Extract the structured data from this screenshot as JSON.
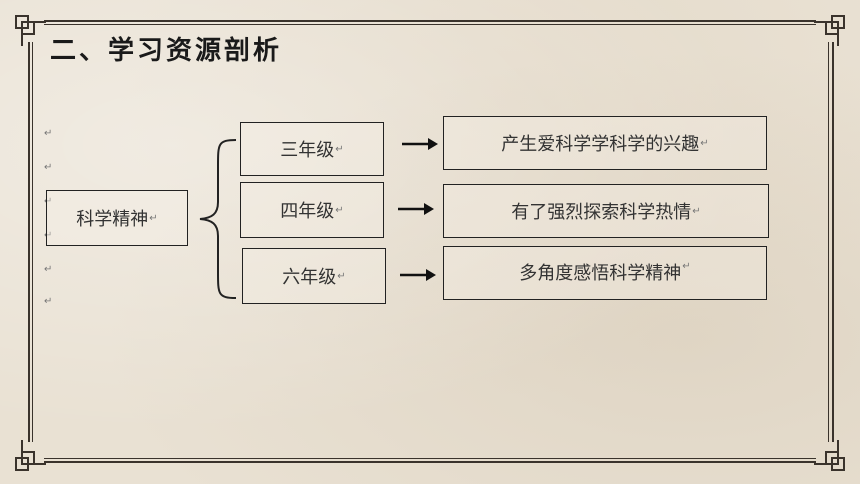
{
  "title": "二、学习资源剖析",
  "root": {
    "label": "科学精神"
  },
  "grades": [
    {
      "label": "三年级",
      "result": "产生爱科学学科学的兴趣"
    },
    {
      "label": "四年级",
      "result": "有了强烈探索科学热情"
    },
    {
      "label": "六年级",
      "result": "多角度感悟科学精神"
    }
  ],
  "para_mark": "↵"
}
